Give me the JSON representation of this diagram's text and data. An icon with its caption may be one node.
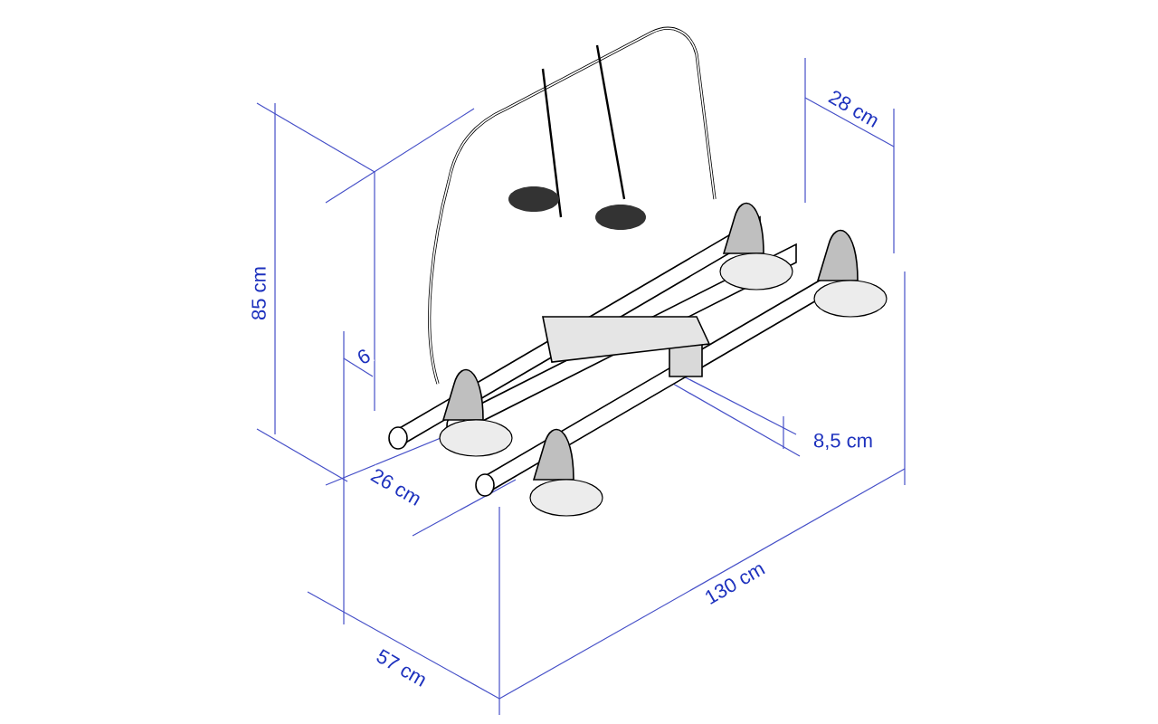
{
  "diagram": {
    "labels": [
      "28 cm",
      "85 cm",
      "6",
      "8,5 cm",
      "26 cm",
      "130 cm",
      "57 cm"
    ]
  }
}
